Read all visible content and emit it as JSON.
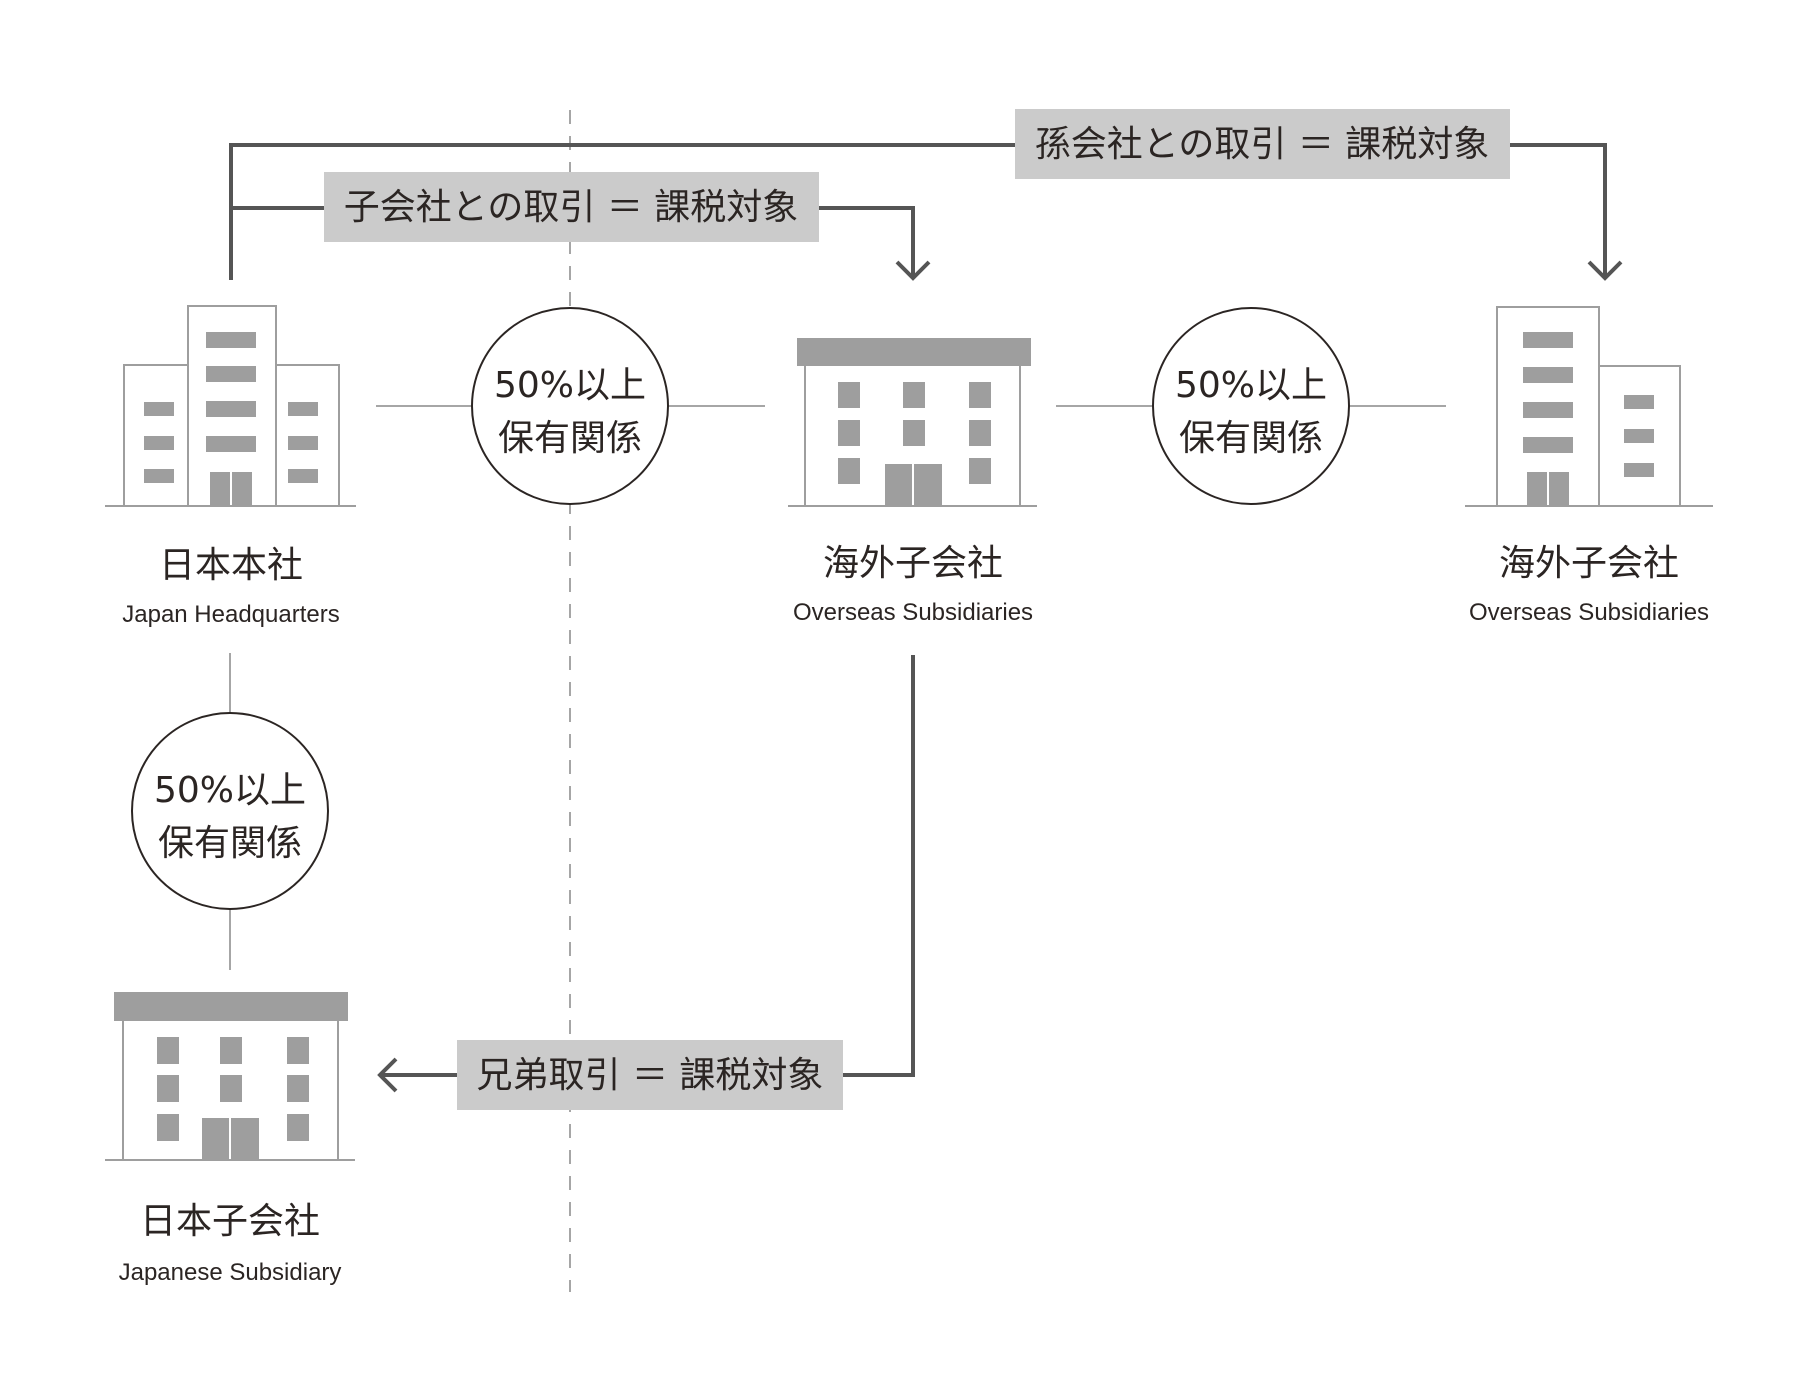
{
  "colors": {
    "label_bg": "#cbcbcb",
    "building": "#9e9e9e",
    "flow_line": "#555555",
    "text": "#2b2523"
  },
  "entities": {
    "hq": {
      "ja": "日本本社",
      "en": "Japan Headquarters",
      "icon": "office-tower-icon"
    },
    "overseas_sub": {
      "ja": "海外子会社",
      "en": "Overseas Subsidiaries",
      "icon": "low-building-icon"
    },
    "overseas_subsub": {
      "ja": "海外子会社",
      "en": "Overseas Subsidiaries",
      "icon": "office-tower-icon"
    },
    "jp_sub": {
      "ja": "日本子会社",
      "en": "Japanese Subsidiary",
      "icon": "low-building-icon"
    }
  },
  "ownership": {
    "line1": "50%以上",
    "line2": "保有関係"
  },
  "flows": {
    "subsidiary": "子会社との取引 ＝ 課税対象",
    "grandchild": "孫会社との取引 ＝ 課税対象",
    "sibling": "兄弟取引 ＝ 課税対象"
  }
}
